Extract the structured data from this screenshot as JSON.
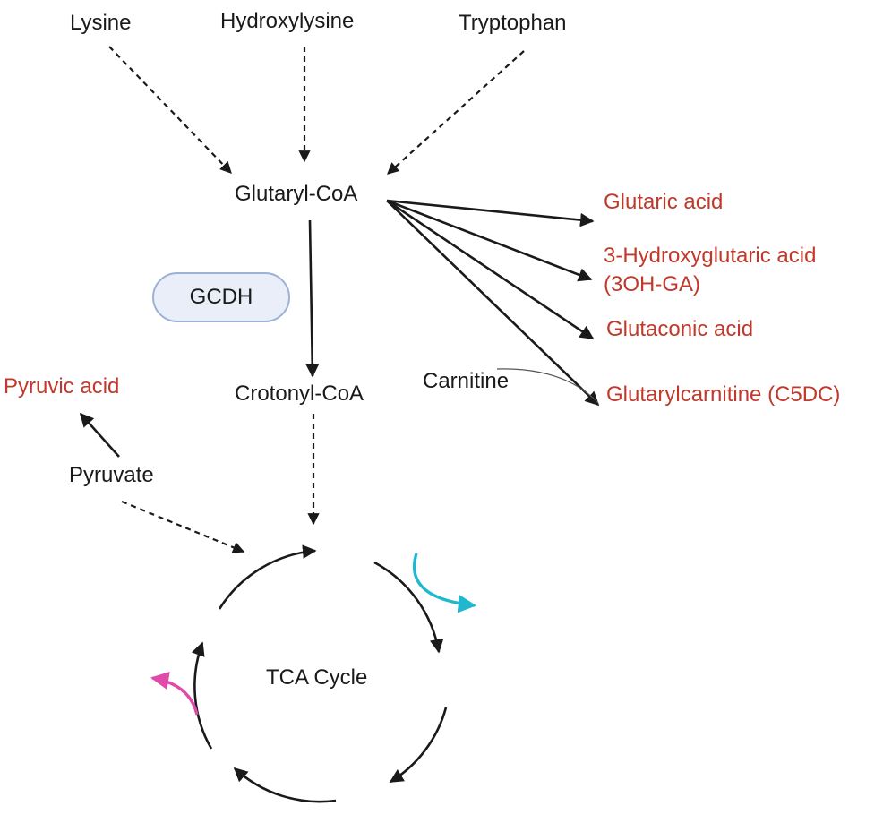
{
  "nodes": {
    "lysine": "Lysine",
    "hydroxylysine": "Hydroxylysine",
    "tryptophan": "Tryptophan",
    "glutaryl_coa": "Glutaryl-CoA",
    "crotonyl_coa": "Crotonyl-CoA",
    "carnitine": "Carnitine",
    "pyruvate": "Pyruvate",
    "tca_cycle": "TCA Cycle"
  },
  "enzyme": {
    "label": "GCDH"
  },
  "products": {
    "glutaric_acid": "Glutaric acid",
    "hydroxyglutaric_acid_line1": "3-Hydroxyglutaric acid",
    "hydroxyglutaric_acid_line2": "(3OH-GA)",
    "glutaconic_acid": "Glutaconic acid",
    "glutarylcarnitine": "Glutarylcarnitine (C5DC)",
    "pyruvic_acid": "Pyruvic acid"
  },
  "colors": {
    "text": "#1a1a1a",
    "product_red": "#c0392b",
    "enzyme_fill": "#e9eef8",
    "enzyme_border": "#9db0d6",
    "cyan_arrow": "#1fb8cf",
    "magenta_arrow": "#e04aa8"
  }
}
